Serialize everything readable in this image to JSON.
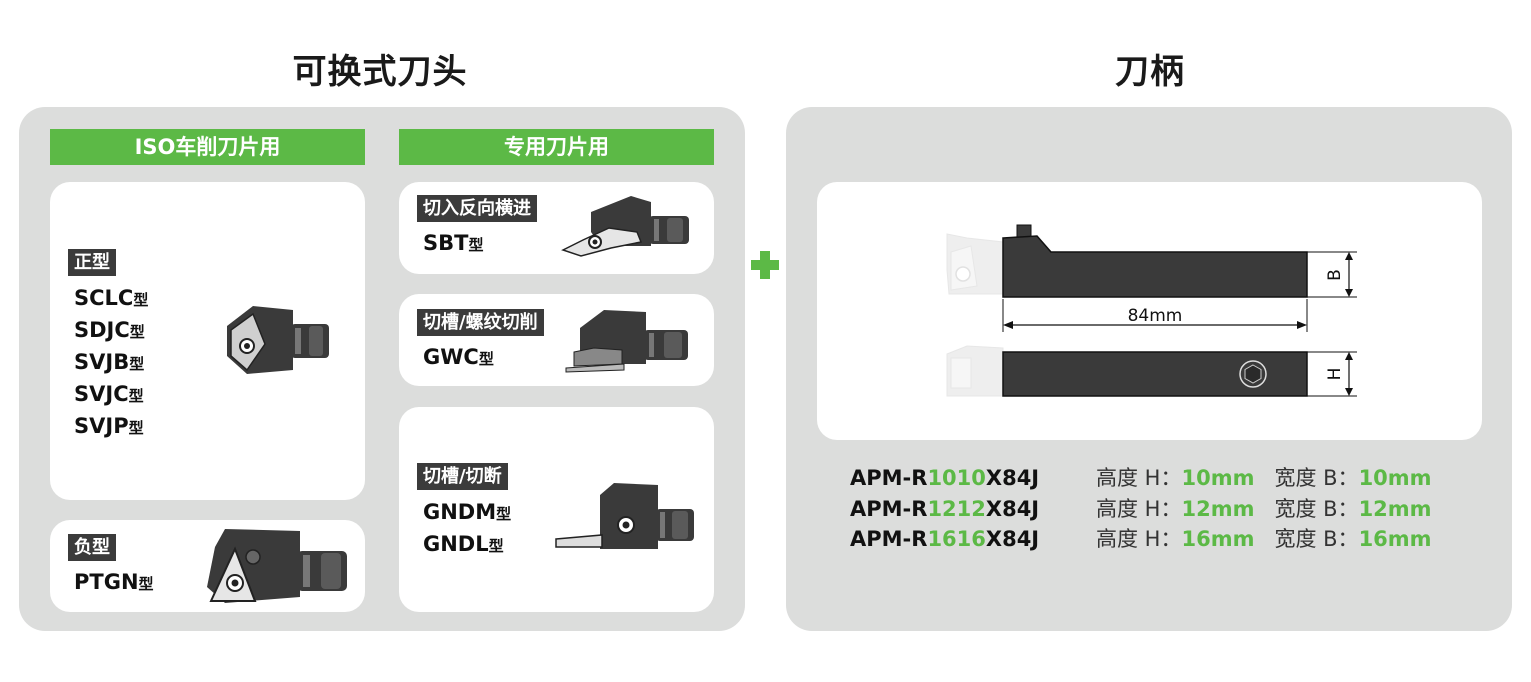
{
  "titles": {
    "left": "可换式刀头",
    "right": "刀柄"
  },
  "left": {
    "iso_header": "ISO车削刀片用",
    "special_header": "专用刀片用",
    "positive": {
      "tag": "正型",
      "models": [
        "SCLC",
        "SDJC",
        "SVJB",
        "SVJC",
        "SVJP"
      ],
      "suffix": "型"
    },
    "negative": {
      "tag": "负型",
      "models": [
        "PTGN"
      ],
      "suffix": "型"
    },
    "reverse_feed": {
      "tag": "切入反向横进",
      "models": [
        "SBT"
      ],
      "suffix": "型"
    },
    "grooving_thread": {
      "tag": "切槽/螺纹切削",
      "models": [
        "GWC"
      ],
      "suffix": "型"
    },
    "grooving_cutoff": {
      "tag": "切槽/切断",
      "models": [
        "GNDM",
        "GNDL"
      ],
      "suffix": "型"
    }
  },
  "right": {
    "dimension_length": "84mm",
    "dimension_b": "B",
    "dimension_h": "H",
    "specs": [
      {
        "prefix": "APM-R",
        "size": "1010",
        "suffix": "X84J",
        "height_label": "高度 H：",
        "height": "10mm",
        "width_label": "宽度 B：",
        "width": "10mm"
      },
      {
        "prefix": "APM-R",
        "size": "1212",
        "suffix": "X84J",
        "height_label": "高度 H：",
        "height": "12mm",
        "width_label": "宽度 B：",
        "width": "12mm"
      },
      {
        "prefix": "APM-R",
        "size": "1616",
        "suffix": "X84J",
        "height_label": "高度 H：",
        "height": "16mm",
        "width_label": "宽度 B：",
        "width": "16mm"
      }
    ]
  },
  "colors": {
    "accent_green": "#5cb946",
    "panel_gray": "#dcdddc",
    "tag_dark": "#3b3b3b",
    "tool_dark": "#3a3a3a"
  }
}
